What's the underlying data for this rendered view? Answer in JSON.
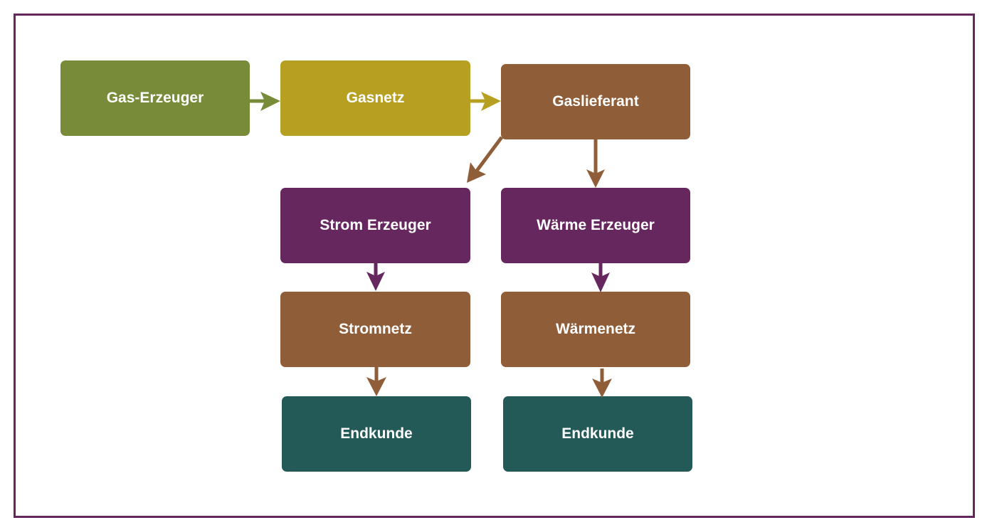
{
  "colors": {
    "frame": "#66275e",
    "producer_gas": "#788b38",
    "gas_grid": "#b7a021",
    "brown": "#8f5e38",
    "purple": "#66275e",
    "teal": "#235a57"
  },
  "nodes": {
    "gas_erzeuger": "Gas-Erzeuger",
    "gasnetz": "Gasnetz",
    "gaslieferant": "Gaslieferant",
    "strom_erzeuger": "Strom Erzeuger",
    "waerme_erzeuger": "Wärme Erzeuger",
    "stromnetz": "Stromnetz",
    "waermenetz": "Wärmenetz",
    "endkunde_strom": "Endkunde",
    "endkunde_waerme": "Endkunde"
  },
  "edges": [
    {
      "from": "gas_erzeuger",
      "to": "gasnetz"
    },
    {
      "from": "gasnetz",
      "to": "gaslieferant"
    },
    {
      "from": "gaslieferant",
      "to": "strom_erzeuger"
    },
    {
      "from": "gaslieferant",
      "to": "waerme_erzeuger"
    },
    {
      "from": "strom_erzeuger",
      "to": "stromnetz"
    },
    {
      "from": "waerme_erzeuger",
      "to": "waermenetz"
    },
    {
      "from": "stromnetz",
      "to": "endkunde_strom"
    },
    {
      "from": "waermenetz",
      "to": "endkunde_waerme"
    }
  ]
}
